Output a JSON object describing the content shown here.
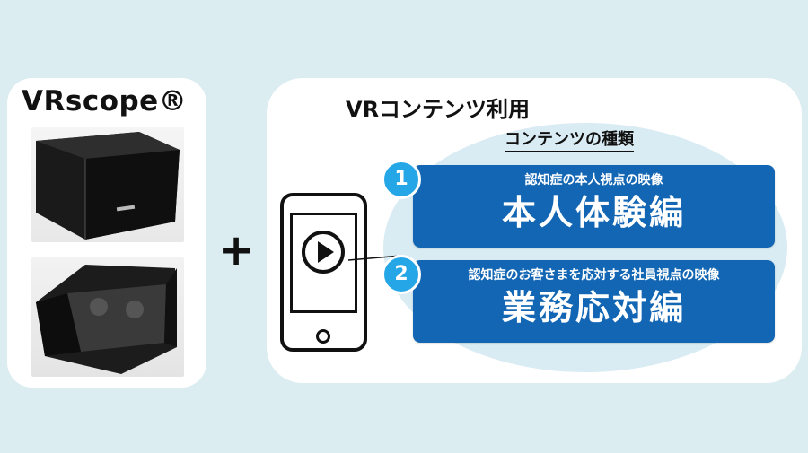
{
  "brand": {
    "title": "VRscope®"
  },
  "plus_sign": "+",
  "usage": {
    "title": "VRコンテンツ利用"
  },
  "content_types": {
    "title": "コンテンツの種類",
    "items": [
      {
        "number": "1",
        "subtitle": "認知症の本人視点の映像",
        "title": "本人体験編"
      },
      {
        "number": "2",
        "subtitle": "認知症のお客さまを応対する社員視点の映像",
        "title": "業務応対編"
      }
    ]
  },
  "icons": {
    "device": "smartphone-icon",
    "play": "play-icon"
  },
  "colors": {
    "background": "#dcedf1",
    "card": "#1266b3",
    "badge": "#25a6e6",
    "ellipse": "#d9ebf3"
  }
}
